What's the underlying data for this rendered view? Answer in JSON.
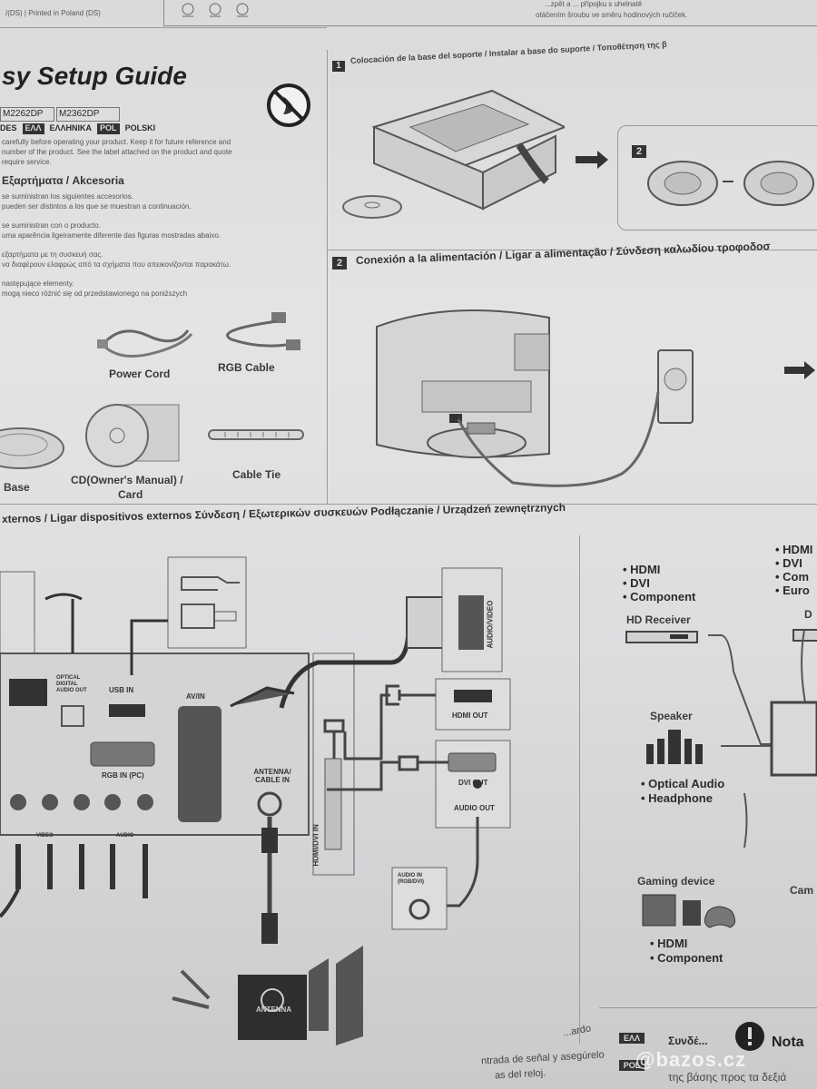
{
  "top": {
    "printed_note": "/(DS) | Printed in Poland (DS)",
    "rotate_note_1": "...zpět a ... přípojku s uhelnatě",
    "rotate_note_2": "otáčením šroubu ve směru hodinových ručiček."
  },
  "left": {
    "guide_title": "sy Setup Guide",
    "models": [
      "M2262DP",
      "M2362DP"
    ],
    "lang_strip": [
      "DES",
      "ΕΛΛ",
      "ΕΛΛΗΝΙΚΑ",
      "POL",
      "POLSKI"
    ],
    "intro_lines": [
      "carefully before operating your product. Keep it for future reference and",
      "number of the product. See the label attached on the product and quote",
      "require service."
    ],
    "accessories_heading": "Εξαρτήματα / Akcesoria",
    "accessories_lines": [
      "se suministran los siguientes accesorios.",
      "pueden ser distintos a los que se muestran a continuación.",
      "se suministran con o producto.",
      "uma aparência ligeiramente diferente das figuras mostradas abaixo.",
      "εξαρτήματα με τη συσκευή σας.",
      "να διαφέρουν ελαφρώς από τα σχήματα που απεικονίζονται παρακάτω.",
      "następujące elementy.",
      "mogą nieco różnić się od przedstawionego na poniższych"
    ],
    "items": {
      "power_cord": "Power Cord",
      "rgb_cable": "RGB Cable",
      "base": "Base",
      "cd_line1": "CD(Owner's Manual) /",
      "cd_line2": "Card",
      "cable_tie": "Cable Tie"
    }
  },
  "steps": {
    "step1_number": "1",
    "step1_title": "Colocación de la base del soporte / Instalar a base do suporte / Τοποθέτηση της β",
    "step2_inner_number": "2",
    "step2_number": "2",
    "step2_title": "Conexión a la alimentación / Ligar a alimentação / Σύνδεση καλωδίου τροφοδοσ"
  },
  "external": {
    "section_title": "xternos / Ligar dispositivos externos Σύνδεση / Εξωτερικών συσκευών Podłączanie / Urządzeń zewnętrznych",
    "ports": {
      "usb_in": "USB IN",
      "optical": "OPTICAL DIGITAL AUDIO OUT",
      "audio_out": "AUDIO OUT",
      "av_in": "AV/IN",
      "rgb_in": "RGB IN (PC)",
      "antenna_in": "ANTENNA/ CABLE IN",
      "hdmi_dvi_in": "HDMI/DVI IN",
      "audio_video": "AUDIO/VIDEO",
      "hdmi_out": "HDMI OUT",
      "dvi_out": "DVI OUT",
      "device_audio_out": "AUDIO OUT",
      "audio_in_rgb_dvi": "AUDIO IN (RGB/DVI)",
      "video": "VIDEO",
      "audio": "AUDIO",
      "antenna": "ANTENNA"
    }
  },
  "devices": {
    "hd_list": [
      "• HDMI",
      "• DVI",
      "• Component"
    ],
    "hd_receiver": "HD Receiver",
    "right_list": [
      "• HDMI",
      "• DVI",
      "• Com",
      "• Euro"
    ],
    "speaker": "Speaker",
    "speaker_list": [
      "• Optical Audio",
      "• Headphone"
    ],
    "gaming": "Gaming device",
    "gaming_list": [
      "• HDMI",
      "• Component"
    ],
    "camera_partial": "Cam",
    "dvd_partial": "D"
  },
  "footer": {
    "nota": "Nota",
    "ell_tag": "ΕΛΛ",
    "pol_tag": "POL",
    "ell_text": "Συνδέ...",
    "ell_text2": "της βάσης προς τα δεξιά",
    "signal_text": "ntrada de señal y asegúrelo",
    "reloj_text": "as del reloj.",
    "right_text": "...ardo"
  },
  "watermark": "@bazos.cz"
}
